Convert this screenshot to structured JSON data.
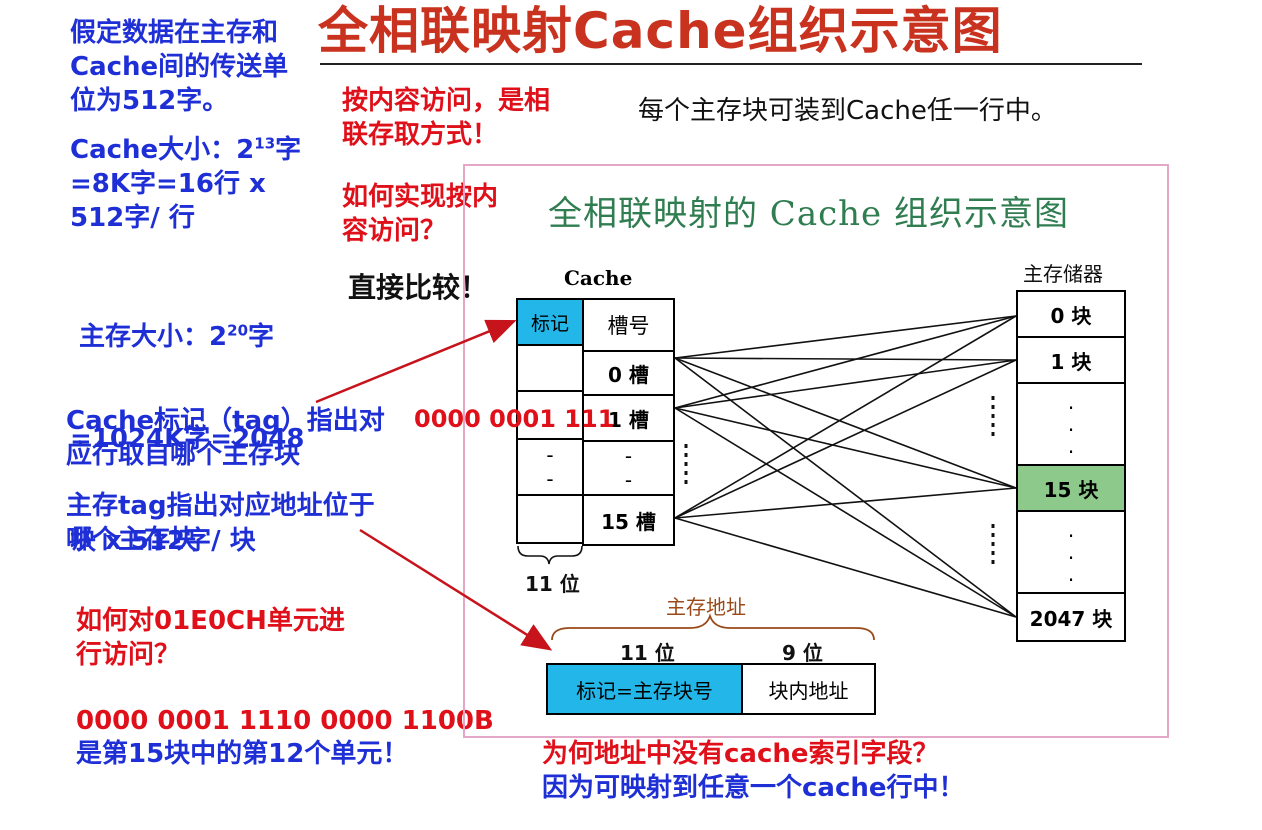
{
  "title": "全相联映射Cache组织示意图",
  "left_notes": {
    "assume": "假定数据在主存和Cache间的传送单位为512字。",
    "assume_lines": [
      "假定数据在主存和",
      "Cache间的传送单",
      "位为512字。"
    ],
    "cache_size_l1_pre": "Cache大小：2",
    "cache_size_l1_sup": "13",
    "cache_size_l1_post": "字",
    "cache_size_l2": "=8K字=16行 x",
    "cache_size_l3": "512字/ 行",
    "mem_size_l1_pre": " 主存大小：2",
    "mem_size_l1_sup": "20",
    "mem_size_l1_post": "字",
    "mem_size_l2": "=1024K字=2048",
    "mem_size_l3": "块 x 512字/ 块",
    "tag_note_l1": "Cache标记（tag）指出对",
    "tag_note_l2": "应行取自哪个主存块",
    "mem_tag_l1": "主存tag指出对应地址位于",
    "mem_tag_l2": "哪个主存块",
    "question_l1": "如何对01E0CH单元进",
    "question_l2": "行访问？",
    "binary": "0000 0001 1110 0000 1100B",
    "answer": "是第15块中的第12个单元！"
  },
  "middle_notes": {
    "assoc_l1": "按内容访问，是相",
    "assoc_l2": "联存取方式！",
    "how_l1": "如何实现按内",
    "how_l2": "容访问？",
    "direct": "直接比较！",
    "tag_bits": "0000 0001 111",
    "every_block": "每个主存块可装到Cache任一行中。"
  },
  "panel": {
    "title": "全相联映射的 Cache 组织示意图",
    "cache_label": "Cache",
    "cache_tag_header": "标记",
    "cache_slot_header": "槽号",
    "cache_slots": [
      "0 槽",
      "1 槽",
      "- \n-",
      "15 槽"
    ],
    "cache_slot_dash": "-",
    "cache_width_label": "11 位",
    "mem_label": "主存储器",
    "mem_blocks": [
      "0 块",
      "1 块",
      "15 块",
      "2047 块"
    ],
    "mem_dot": ".",
    "addr_label": "主存地址",
    "addr_tag_bits": "11 位",
    "addr_offset_bits": "9 位",
    "addr_tag_field": "标记=主存块号",
    "addr_offset_field": "块内地址"
  },
  "bottom_notes": {
    "why_l1": "为何地址中没有cache索引字段？",
    "why_l2": "因为可映射到任意一个cache行中！"
  },
  "colors": {
    "title": "#c8321e",
    "blue_text": "#1f2fd6",
    "red_text": "#e0101a",
    "tag_cell": "#22b7e8",
    "block15": "#8cc98a",
    "panel_border": "#e5a7c8",
    "arrow": "#c7131b"
  }
}
